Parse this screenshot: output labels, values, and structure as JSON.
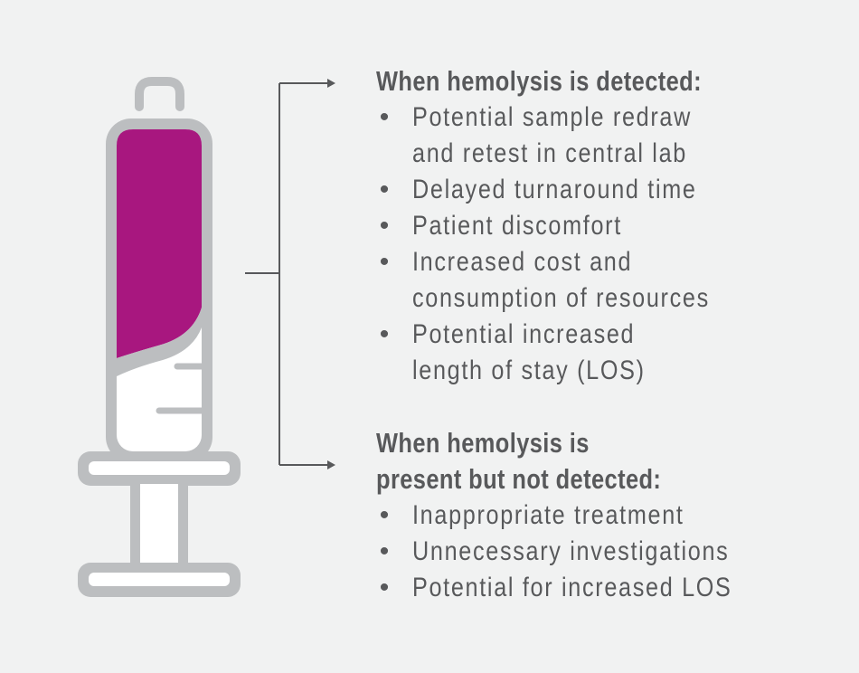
{
  "colors": {
    "background": "#f1f2f2",
    "text": "#58595b",
    "syringe_outline": "#bcbec0",
    "blood": "#a8177f",
    "syringe_fill": "#ffffff",
    "connector": "#58595b"
  },
  "icons": {
    "syringe": "blood-collection-syringe-icon",
    "arrow_top": "arrow-right-icon",
    "arrow_bottom": "arrow-right-icon"
  },
  "sections": [
    {
      "heading_lines": [
        "When hemolysis is detected:"
      ],
      "items": [
        {
          "bullet": "•",
          "lines": [
            "Potential sample redraw",
            "and retest in central lab"
          ]
        },
        {
          "bullet": "•",
          "lines": [
            "Delayed turnaround time"
          ]
        },
        {
          "bullet": "•",
          "lines": [
            "Patient discomfort"
          ]
        },
        {
          "bullet": "•",
          "lines": [
            "Increased cost and",
            "consumption of resources"
          ]
        },
        {
          "bullet": "•",
          "lines": [
            "Potential increased",
            "length of stay (LOS)"
          ]
        }
      ]
    },
    {
      "heading_lines": [
        "When hemolysis is",
        "present but not detected:"
      ],
      "items": [
        {
          "bullet": "•",
          "lines": [
            "Inappropriate treatment"
          ]
        },
        {
          "bullet": "•",
          "lines": [
            "Unnecessary investigations"
          ]
        },
        {
          "bullet": "•",
          "lines": [
            "Potential for increased LOS"
          ]
        }
      ]
    }
  ]
}
